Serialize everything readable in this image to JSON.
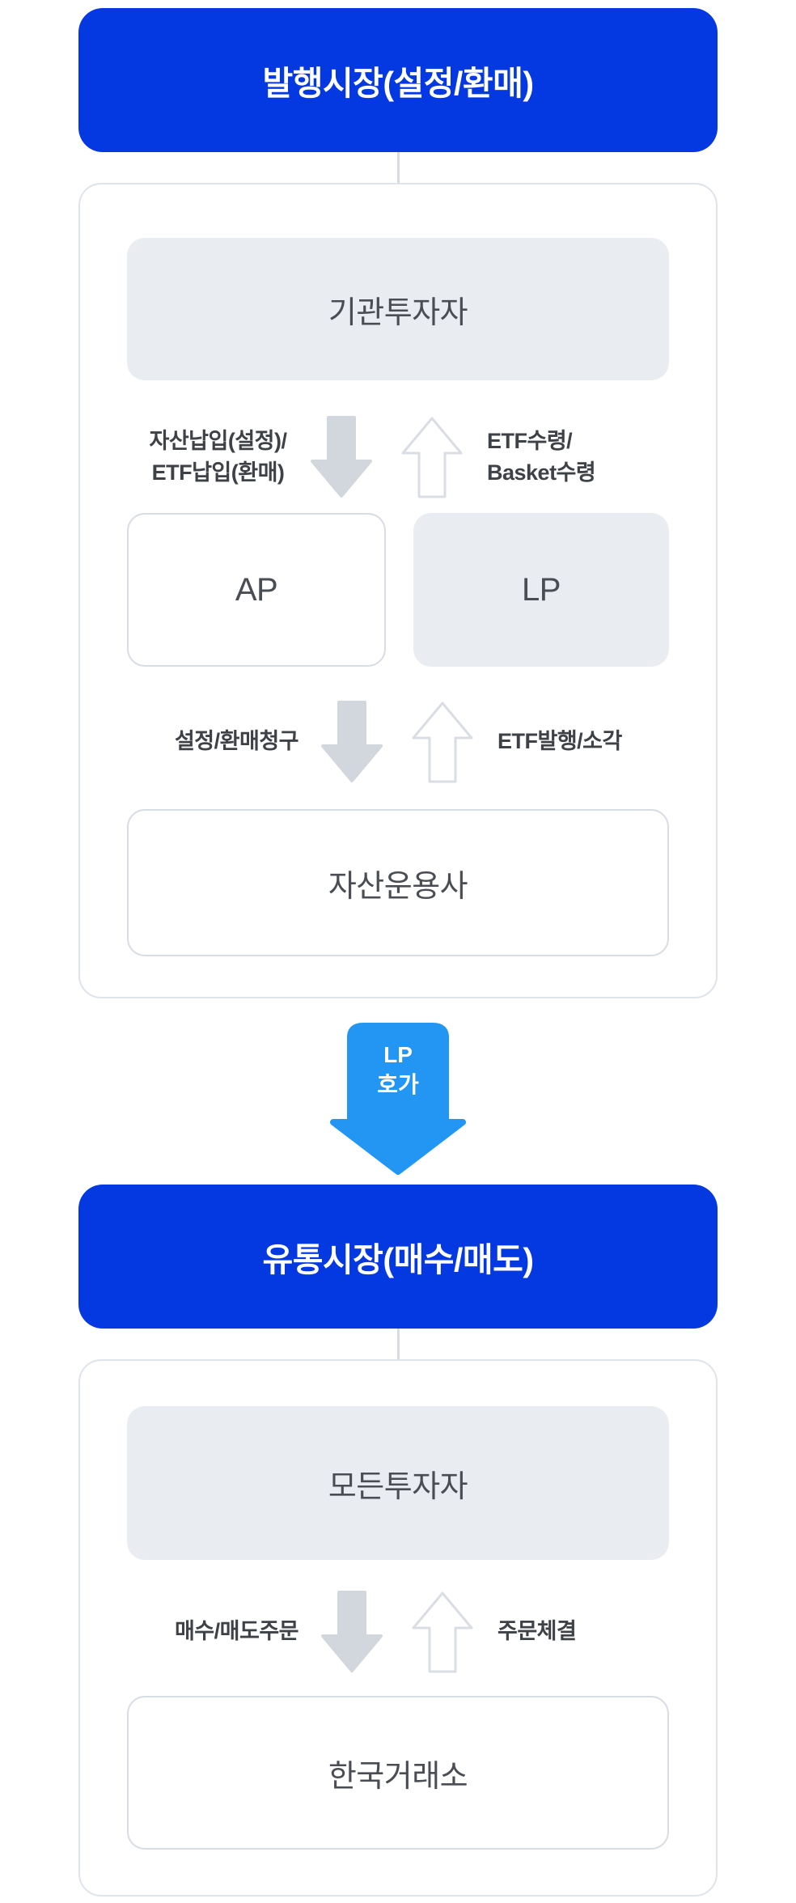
{
  "colors": {
    "header_blue": "#0438e0",
    "arrow_blue": "#2296f2",
    "box_gray": "#e9edf2",
    "panel_border": "#dfe3ea",
    "box_border": "#d8dce3",
    "arrow_gray_fill": "#d2d6dd",
    "arrow_outline": "#dadde3",
    "connector": "#d8dbe0",
    "box_text": "#4a4d53",
    "label_text": "#3e4146"
  },
  "issuance": {
    "header": "발행시장(설정/환매)",
    "top_box": "기관투자자",
    "flow1": {
      "left_line1": "자산납입(설정)/",
      "left_line2": "ETF납입(환매)",
      "right_line1": "ETF수령/",
      "right_line2": "Basket수령"
    },
    "ap_box": "AP",
    "lp_box": "LP",
    "flow2": {
      "left": "설정/환매청구",
      "right": "ETF발행/소각"
    },
    "bottom_box": "자산운용사"
  },
  "transfer_arrow": {
    "line1": "LP",
    "line2": "호가"
  },
  "secondary": {
    "header": "유통시장(매수/매도)",
    "top_box": "모든투자자",
    "flow": {
      "left": "매수/매도주문",
      "right": "주문체결"
    },
    "bottom_box": "한국거래소"
  }
}
